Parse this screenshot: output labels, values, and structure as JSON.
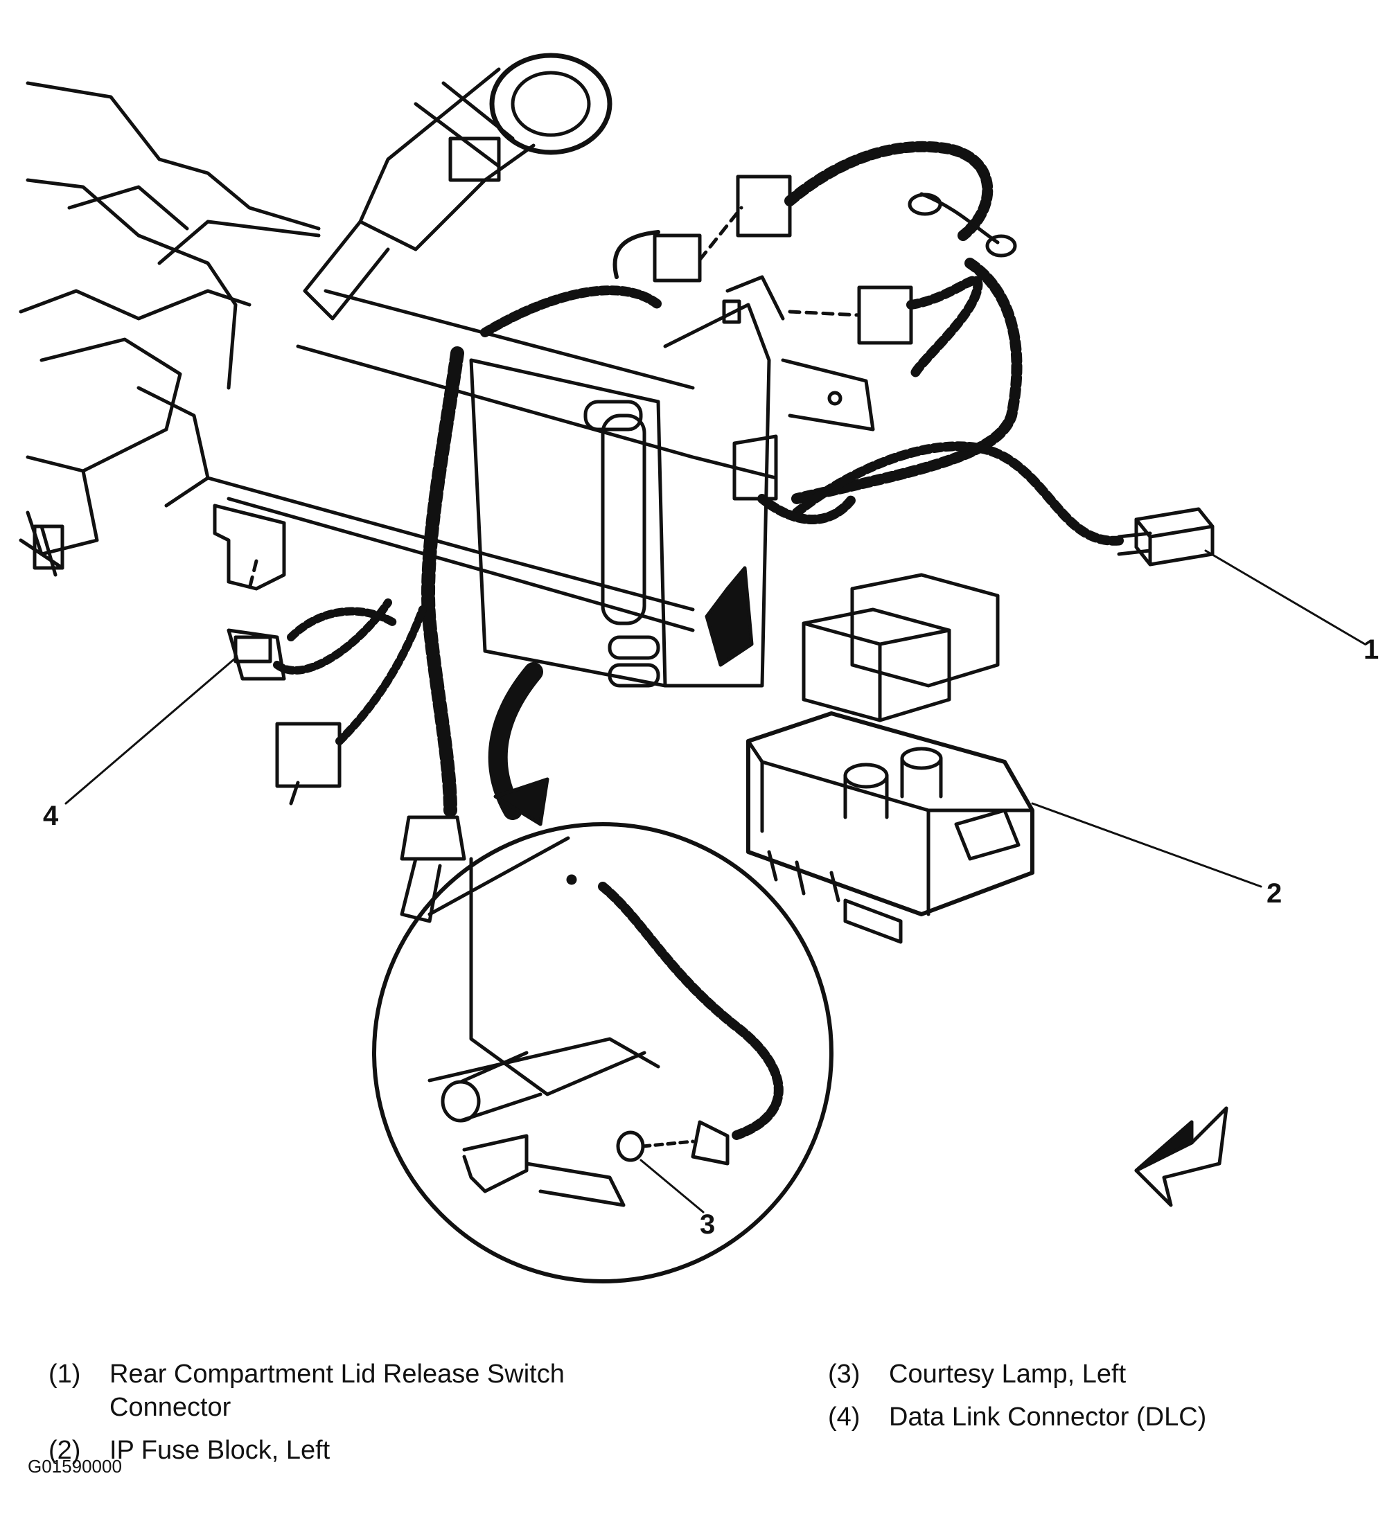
{
  "callouts": [
    {
      "num": "1"
    },
    {
      "num": "2"
    },
    {
      "num": "3"
    },
    {
      "num": "4"
    }
  ],
  "legend": {
    "left": [
      {
        "num": "(1)",
        "text": "Rear Compartment Lid Release Switch Connector"
      },
      {
        "num": "(2)",
        "text": "IP Fuse Block, Left"
      }
    ],
    "right": [
      {
        "num": "(3)",
        "text": "Courtesy Lamp, Left"
      },
      {
        "num": "(4)",
        "text": "Data Link Connector (DLC)"
      }
    ]
  },
  "figure_id": "G01590000",
  "colors": {
    "ink": "#111111",
    "paper": "#ffffff"
  }
}
